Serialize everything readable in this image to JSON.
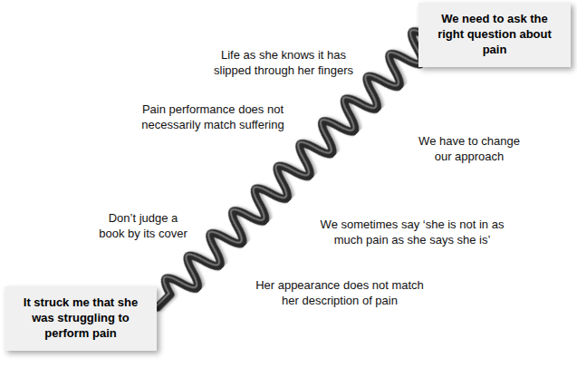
{
  "diagram": {
    "nodes": [
      {
        "text": [
          "We need to ask the right question about pain"
        ]
      },
      {
        "text": [
          "It struck me that she was struggling to perform pain"
        ]
      }
    ],
    "labels": [
      "Life as she knows it has slipped through her fingers",
      "Pain performance does not necessarily match suffering",
      "We have to change our approach",
      "Don’t judge a book by its cover",
      "We sometimes say ‘she is not in as much pain as she says she is’",
      "Her appearance does not match her description of pain"
    ]
  }
}
